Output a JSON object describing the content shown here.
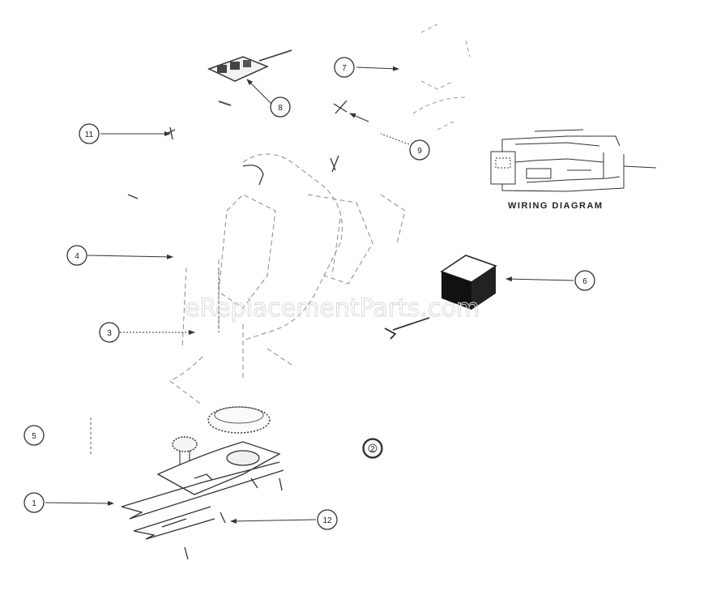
{
  "diagram": {
    "callouts": [
      {
        "id": "c1",
        "label": "1"
      },
      {
        "id": "c2",
        "label": "2"
      },
      {
        "id": "c3",
        "label": "3"
      },
      {
        "id": "c4",
        "label": "4"
      },
      {
        "id": "c5",
        "label": "5"
      },
      {
        "id": "c6",
        "label": "6"
      },
      {
        "id": "c7",
        "label": "7"
      },
      {
        "id": "c8",
        "label": "8"
      },
      {
        "id": "c9",
        "label": "9"
      },
      {
        "id": "c11",
        "label": "11"
      },
      {
        "id": "c12",
        "label": "12"
      }
    ],
    "wiring_caption": "WIRING DIAGRAM",
    "watermark": "eReplacementParts.com"
  }
}
